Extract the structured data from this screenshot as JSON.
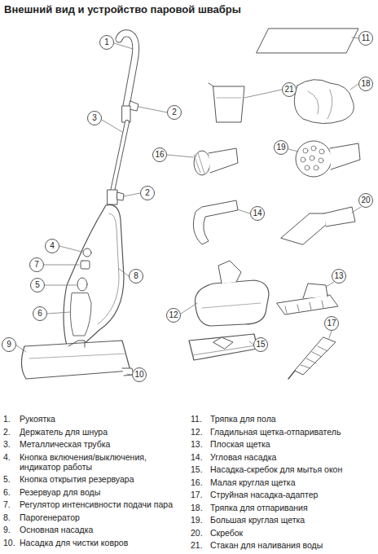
{
  "diagram": {
    "title": "Внешний вид и устройство паровой швабры",
    "nodes": [
      {
        "text": [
          "1"
        ]
      },
      {
        "text": [
          "2"
        ]
      },
      {
        "text": [
          "2"
        ]
      },
      {
        "text": [
          "3"
        ]
      },
      {
        "text": [
          "4"
        ]
      },
      {
        "text": [
          "5"
        ]
      },
      {
        "text": [
          "6"
        ]
      },
      {
        "text": [
          "7"
        ]
      },
      {
        "text": [
          "8"
        ]
      },
      {
        "text": [
          "9"
        ]
      },
      {
        "text": [
          "10"
        ]
      },
      {
        "text": [
          "11"
        ]
      },
      {
        "text": [
          "12"
        ]
      },
      {
        "text": [
          "13"
        ]
      },
      {
        "text": [
          "14"
        ]
      },
      {
        "text": [
          "15"
        ]
      },
      {
        "text": [
          "16"
        ]
      },
      {
        "text": [
          "17"
        ]
      },
      {
        "text": [
          "18"
        ]
      },
      {
        "text": [
          "19"
        ]
      },
      {
        "text": [
          "20"
        ]
      },
      {
        "text": [
          "21"
        ]
      }
    ],
    "labels": [
      "1.",
      "Рукоятка",
      "2.",
      "Держатель для шнура",
      "3.",
      "Металлическая трубка",
      "4.",
      "Кнопка включения/выключения, индикатор работы",
      "5.",
      "Кнопка открытия резервуара",
      "6.",
      "Резервуар для воды",
      "7.",
      "Регулятор интенсивности подачи пара",
      "8.",
      "Парогенератор",
      "9.",
      "Основная насадка",
      "10.",
      "Насадка для чистки ковров",
      "11.",
      "Тряпка для пола",
      "12.",
      "Гладильная щетка-отпариватель",
      "13.",
      "Плоская щетка",
      "14.",
      "Угловая насадка",
      "15.",
      "Насадка-скребок для мытья окон",
      "16.",
      "Малая круглая щетка",
      "17.",
      "Струйная насадка-адаптер",
      "18.",
      "Тряпка для отпаривания",
      "19.",
      "Большая круглая щетка",
      "20.",
      "Скребок",
      "21.",
      "Стакан для наливания воды"
    ]
  }
}
